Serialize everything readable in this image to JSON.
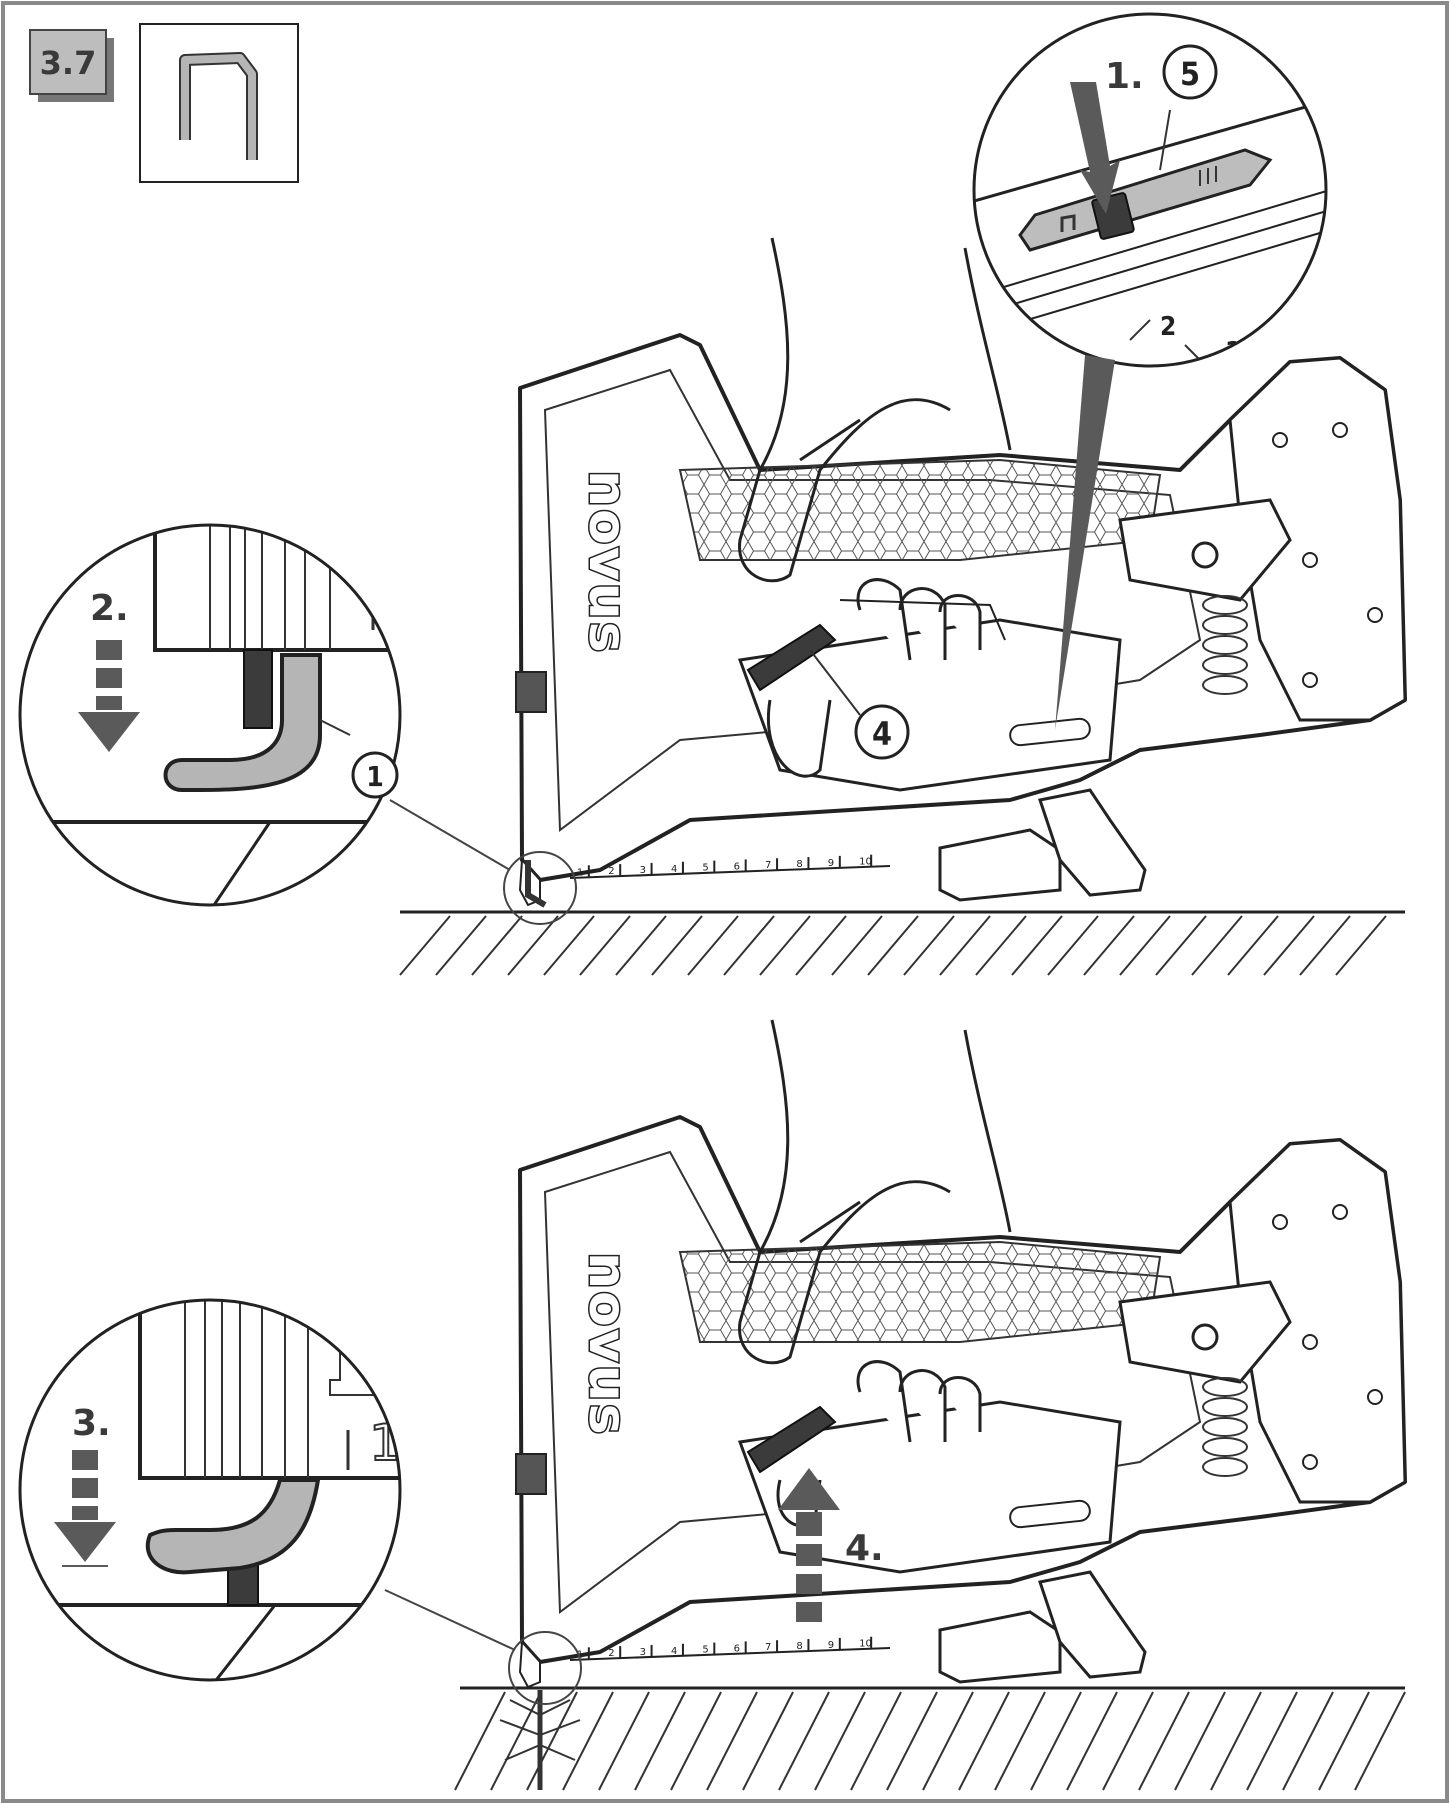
{
  "figure": {
    "section_number": "3.7",
    "brand": "novus"
  },
  "panel_top": {
    "step_select": "1.",
    "part_selector": "5",
    "step_press": "2.",
    "part_staple": "1",
    "part_trigger": "4",
    "mode_step_a": "2",
    "mode_step_b": "1"
  },
  "panel_bottom": {
    "step_press": "3.",
    "step_release": "4.",
    "magnifier_mark": "1"
  },
  "ruler": {
    "ticks": [
      "1",
      "2",
      "3",
      "4",
      "5",
      "6",
      "7",
      "8",
      "9",
      "10"
    ]
  },
  "icons": {
    "staple": "staple-type-icon",
    "arrow_down": "dashed-arrow-down-icon",
    "arrow_up": "dashed-arrow-up-icon"
  },
  "colors": {
    "arrow": "#5a5a5a",
    "staple_fill": "#b5b5b5",
    "trigger": "#3b3b3b",
    "ground_hatch": "#333333",
    "frame": "#8a8a8a"
  }
}
